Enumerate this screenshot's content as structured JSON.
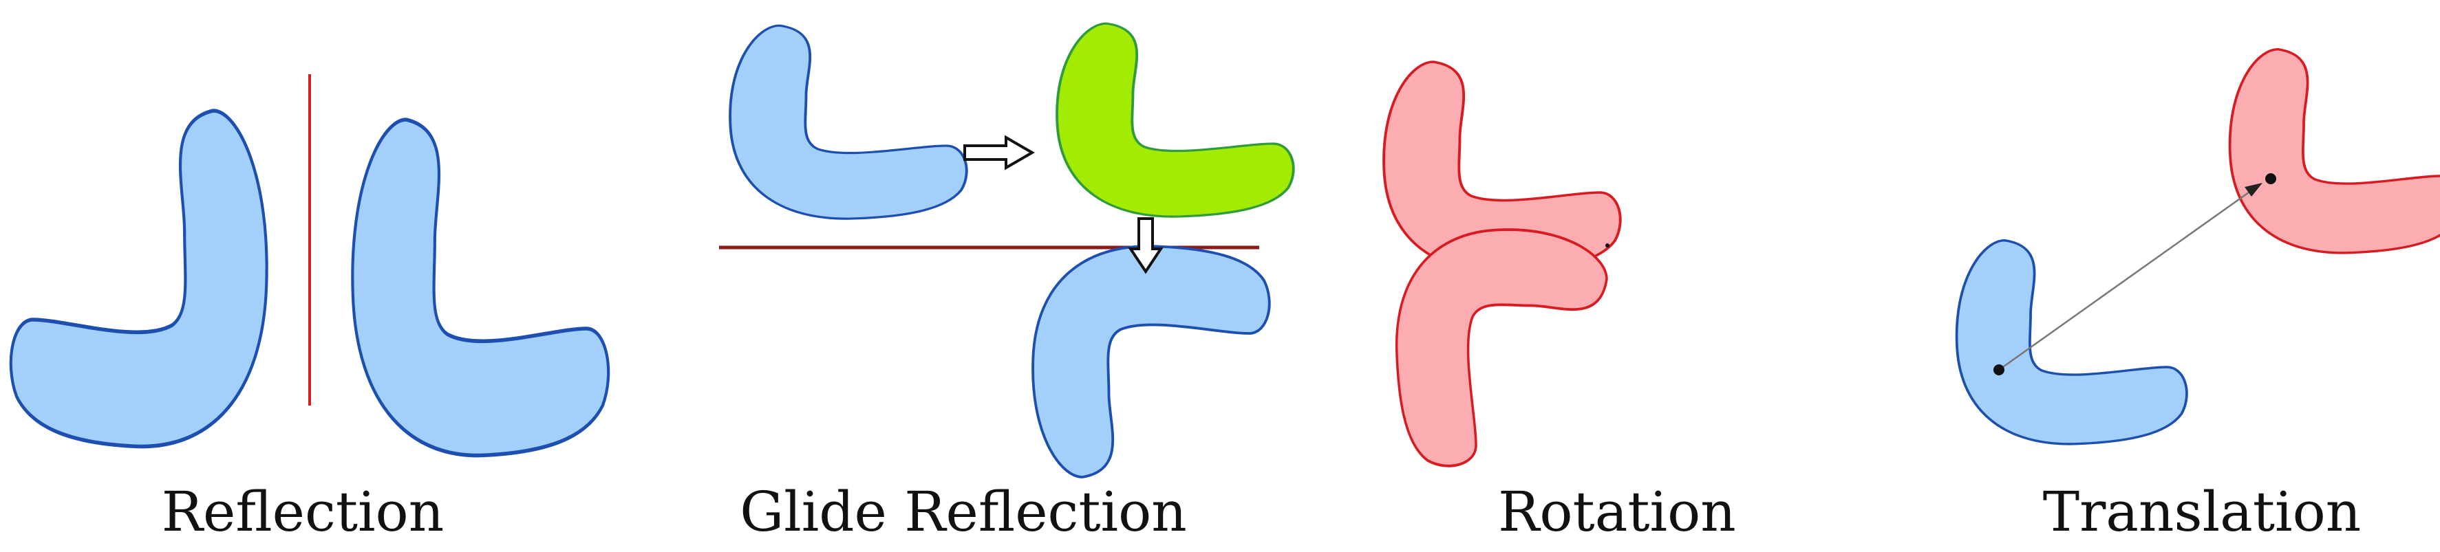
{
  "panels": [
    {
      "label": "Reflection",
      "icon": "reflection-icon"
    },
    {
      "label": "Glide Reflection",
      "icon": "glide-reflection-icon"
    },
    {
      "label": "Rotation",
      "icon": "rotation-icon"
    },
    {
      "label": "Translation",
      "icon": "translation-icon"
    }
  ],
  "colors": {
    "blue_fill": "#a2d0fb",
    "blue_stroke": "#1d4fb0",
    "green_fill": "#a3eb03",
    "green_stroke": "#2f9b3b",
    "pink_fill": "#fbadb2",
    "pink_stroke": "#d81b20",
    "mirror_line": "#d42020",
    "glide_axis": "#8b1a1a",
    "caption_text": "#111111"
  }
}
